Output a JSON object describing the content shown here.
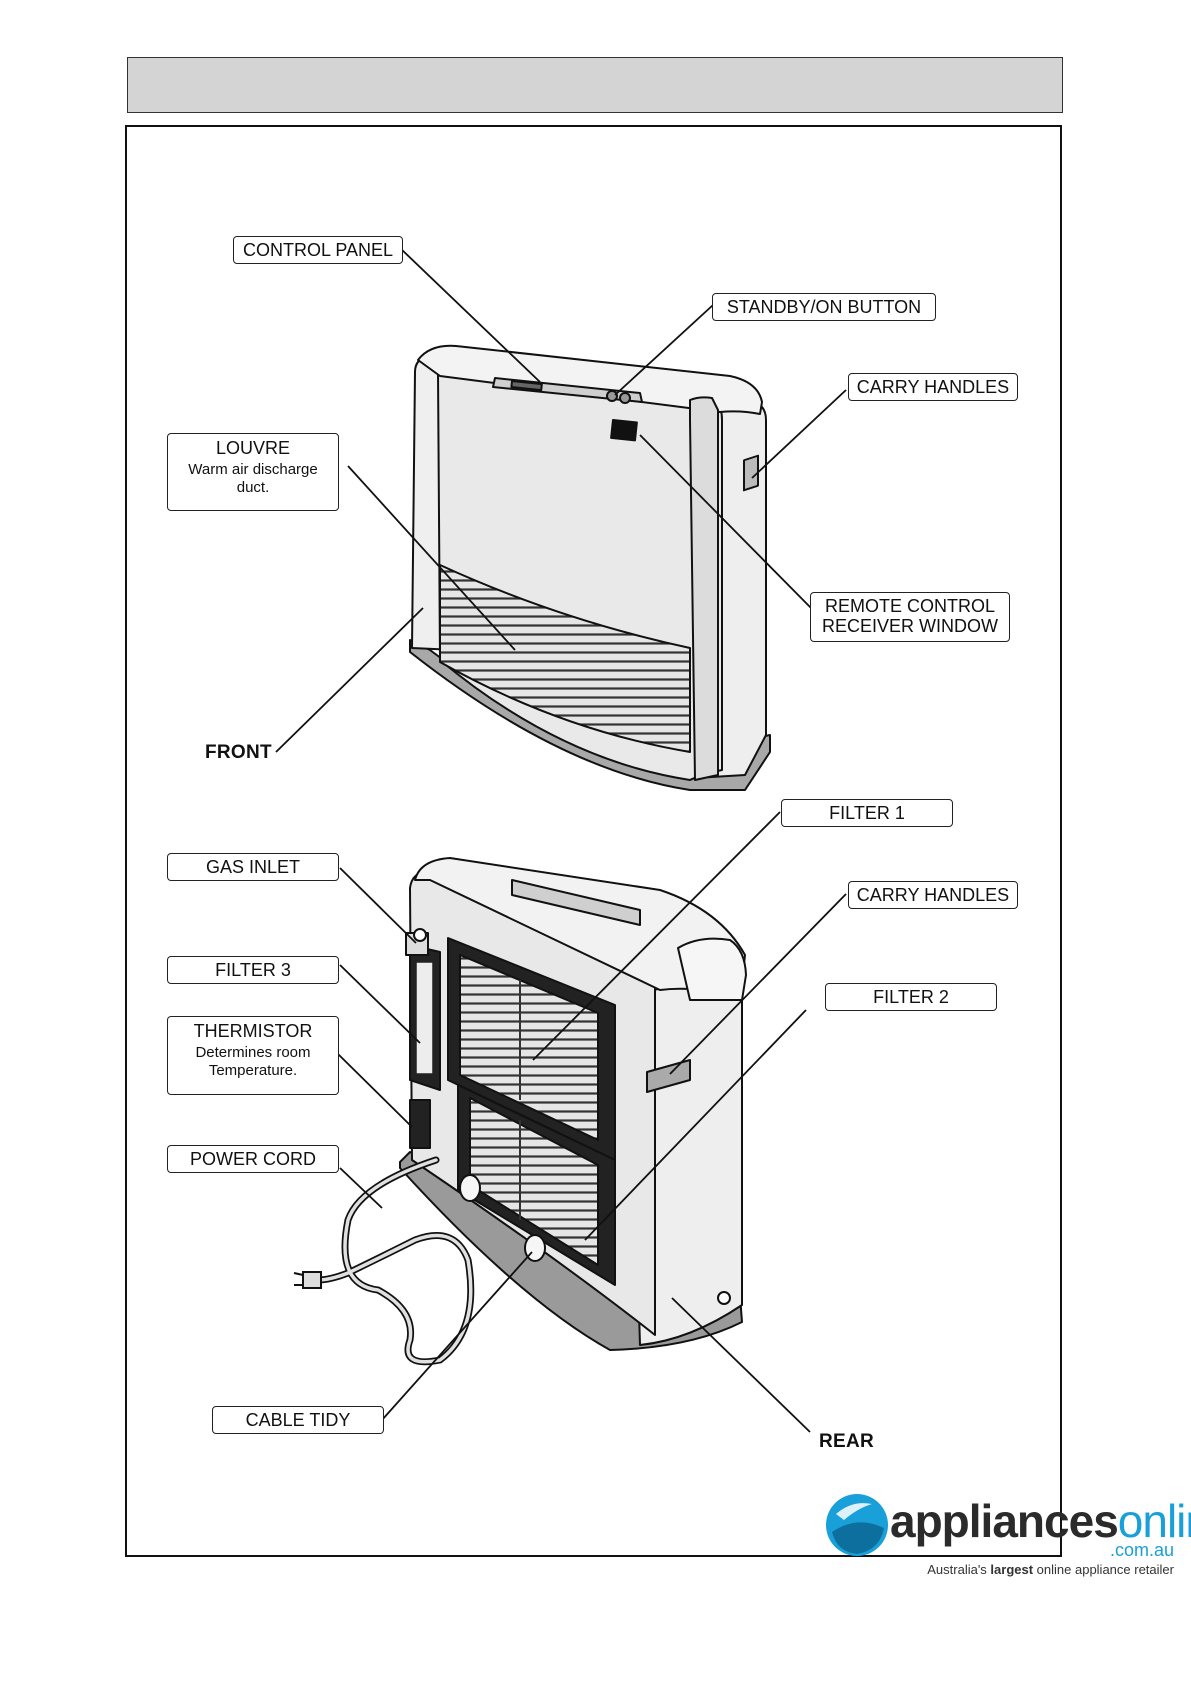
{
  "labels": {
    "control_panel": "CONTROL PANEL",
    "standby_button": "STANDBY/ON BUTTON",
    "carry_handles_front": "CARRY HANDLES",
    "louvre": "LOUVRE",
    "louvre_desc": "Warm air discharge duct.",
    "remote_window_line1": "REMOTE CONTROL",
    "remote_window_line2": "RECEIVER WINDOW",
    "front": "FRONT",
    "filter1": "FILTER 1",
    "gas_inlet": "GAS INLET",
    "carry_handles_rear": "CARRY HANDLES",
    "filter3": "FILTER 3",
    "filter2": "FILTER 2",
    "thermistor": "THERMISTOR",
    "thermistor_desc": "Determines room Temperature.",
    "power_cord": "POWER CORD",
    "cable_tidy": "CABLE TIDY",
    "rear": "REAR"
  },
  "logo": {
    "brand_main": "appliances",
    "brand_online": "online",
    "domain": ".com.au",
    "tagline_pre": "Australia's ",
    "tagline_bold": "largest",
    "tagline_post": " online appliance retailer"
  },
  "colors": {
    "header_bar": "#d4d4d4",
    "logo_accent": "#1aa0d8"
  }
}
